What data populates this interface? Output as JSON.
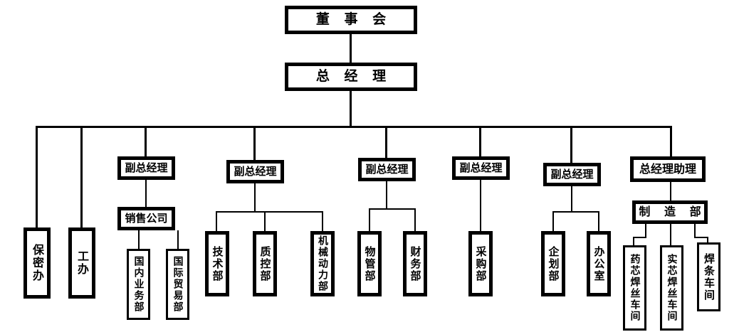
{
  "chart": {
    "type": "org-chart",
    "title": "",
    "orientation": "top-down",
    "line_color": "#000000",
    "box_border_color": "#000000",
    "background_color": "#ffffff"
  },
  "nodes": {
    "board": "董 事 会",
    "gm": "总 经 理",
    "vgm1": "副总经理",
    "vgm2": "副总经理",
    "vgm3": "副总经理",
    "vgm4": "副总经理",
    "vgm5": "副总经理",
    "gm_assistant": "总经理助理",
    "security_office": "保密办",
    "labor_office": "工办",
    "sales_company": "销售公司",
    "domestic_business": "国内业务部",
    "international_trade": "国际贸易部",
    "technology_dept": "技术部",
    "quality_control_dept": "质控部",
    "mechanical_power_dept": "机械动力部",
    "material_mgmt_dept": "物管部",
    "finance_dept": "财务部",
    "purchasing_dept": "采购部",
    "planning_dept": "企划部",
    "general_office": "办公室",
    "manufacturing_dept": "制 造 部",
    "flux_cored_wire_shop": "药芯焊丝车间",
    "solid_wire_shop": "实芯焊丝车间",
    "electrode_shop": "焊条车间"
  },
  "hierarchy": {
    "root": "board",
    "edges": [
      [
        "board",
        "gm"
      ],
      [
        "gm",
        "security_office"
      ],
      [
        "gm",
        "labor_office"
      ],
      [
        "gm",
        "vgm1"
      ],
      [
        "gm",
        "vgm2"
      ],
      [
        "gm",
        "vgm3"
      ],
      [
        "gm",
        "vgm4"
      ],
      [
        "gm",
        "vgm5"
      ],
      [
        "gm",
        "gm_assistant"
      ],
      [
        "vgm1",
        "sales_company"
      ],
      [
        "sales_company",
        "domestic_business"
      ],
      [
        "sales_company",
        "international_trade"
      ],
      [
        "vgm2",
        "technology_dept"
      ],
      [
        "vgm2",
        "quality_control_dept"
      ],
      [
        "vgm2",
        "mechanical_power_dept"
      ],
      [
        "vgm3",
        "material_mgmt_dept"
      ],
      [
        "vgm3",
        "finance_dept"
      ],
      [
        "vgm4",
        "purchasing_dept"
      ],
      [
        "vgm5",
        "planning_dept"
      ],
      [
        "vgm5",
        "general_office"
      ],
      [
        "gm_assistant",
        "manufacturing_dept"
      ],
      [
        "manufacturing_dept",
        "flux_cored_wire_shop"
      ],
      [
        "manufacturing_dept",
        "solid_wire_shop"
      ],
      [
        "manufacturing_dept",
        "electrode_shop"
      ]
    ]
  }
}
